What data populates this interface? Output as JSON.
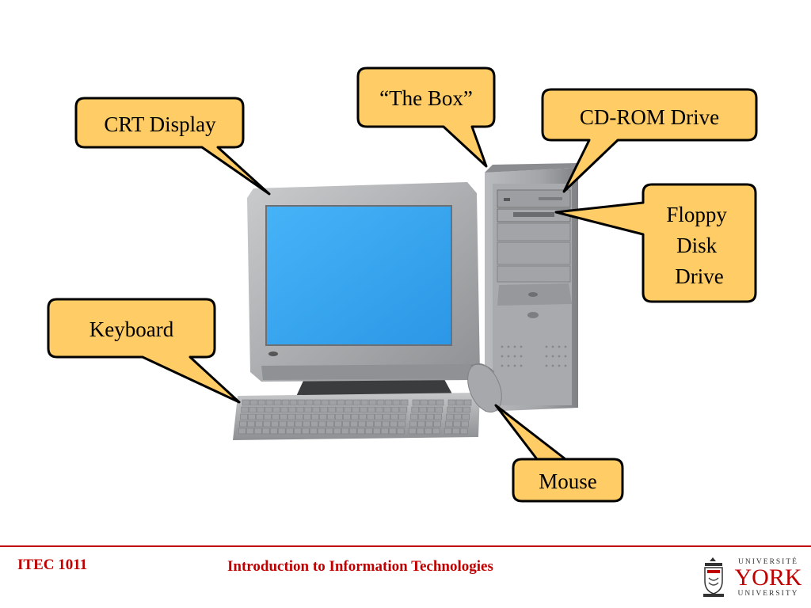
{
  "callouts": {
    "crt_display": "CRT Display",
    "the_box": "“The Box”",
    "cd_rom": "CD-ROM Drive",
    "floppy": [
      "Floppy",
      "Disk",
      "Drive"
    ],
    "keyboard": "Keyboard",
    "mouse": "Mouse"
  },
  "footer": {
    "course": "ITEC 1011",
    "title": "Introduction to Information Technologies"
  },
  "logo": {
    "top_word": "UNIVERSITÉ",
    "main_word": "YORK",
    "bottom_word": "UNIVERSITY"
  },
  "colors": {
    "callout_fill": "#ffcc66",
    "accent_red": "#c00000",
    "screen_blue": "#3aa6f2",
    "case_gray": "#a9abae"
  }
}
